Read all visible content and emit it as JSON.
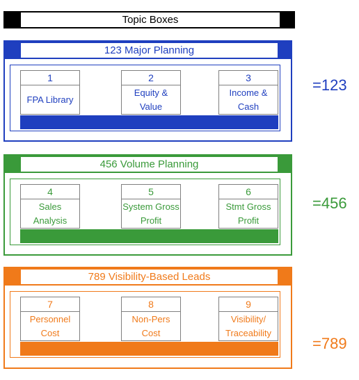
{
  "title": "Topic Boxes",
  "groups": [
    {
      "title": "123 Major Planning",
      "color": "#1f3fbf",
      "result": "=123",
      "cards": [
        {
          "num": "1",
          "label": "FPA Library"
        },
        {
          "num": "2",
          "label": "Equity & Value"
        },
        {
          "num": "3",
          "label": "Income & Cash"
        }
      ]
    },
    {
      "title": "456 Volume Planning",
      "color": "#3a9a3a",
      "result": "=456",
      "cards": [
        {
          "num": "4",
          "label": "Sales Analysis"
        },
        {
          "num": "5",
          "label": "System Gross Profit"
        },
        {
          "num": "6",
          "label": "Stmt Gross Profit"
        }
      ]
    },
    {
      "title": "789 Visibility-Based Leads",
      "color": "#f07a1a",
      "result": "=789",
      "cards": [
        {
          "num": "7",
          "label": "Personnel Cost"
        },
        {
          "num": "8",
          "label": "Non-Pers Cost"
        },
        {
          "num": "9",
          "label": "Visibility/ Traceability"
        }
      ]
    }
  ]
}
